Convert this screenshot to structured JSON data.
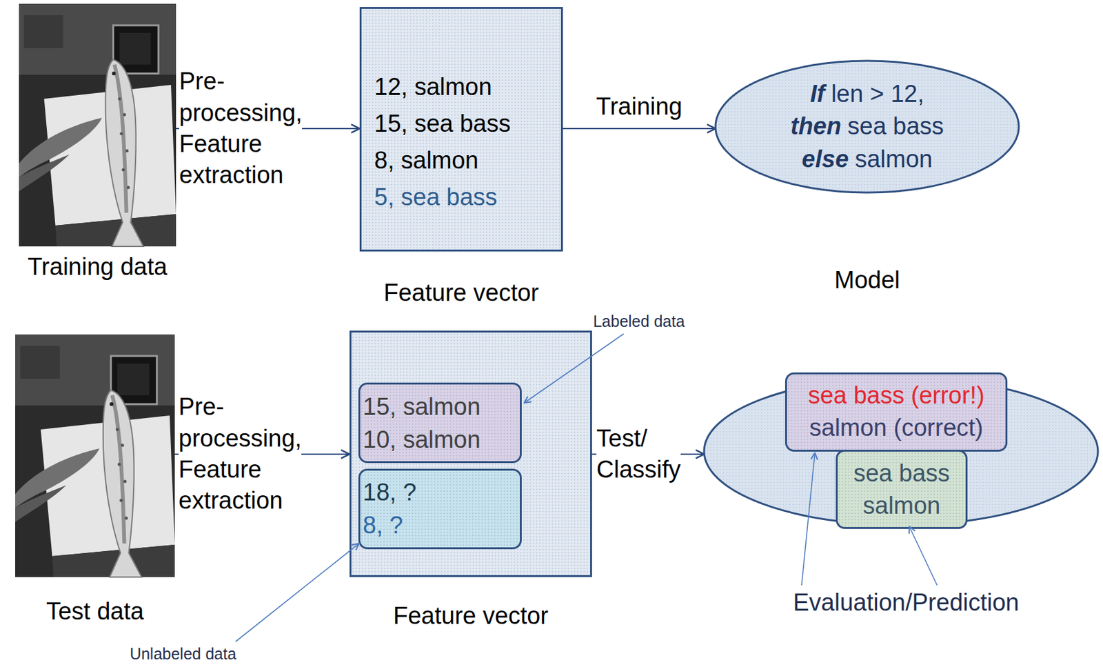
{
  "diagram": {
    "nodes": [
      {
        "text": [
          "Training data"
        ]
      },
      {
        "text": [
          "12, salmon",
          "15, sea bass",
          "8, salmon",
          "5, sea bass",
          "Feature vector"
        ]
      },
      {
        "text": [
          "If",
          "len > 12,",
          "then",
          "sea bass",
          "else",
          "salmon",
          "Model"
        ]
      },
      {
        "text": [
          "Test data"
        ]
      },
      {
        "text": [
          "Feature vector"
        ]
      },
      {
        "text": [
          "15, salmon",
          "10, salmon"
        ],
        "in": 4
      },
      {
        "text": [
          "18, ?",
          "8, ?"
        ],
        "in": 4
      },
      {
        "text": []
      },
      {
        "text": [
          "sea bass (error!)",
          "salmon (correct)"
        ],
        "in": 7
      },
      {
        "text": [
          "sea bass",
          "salmon"
        ],
        "in": 7
      }
    ],
    "edges": [
      {
        "from": 0,
        "to": 1,
        "label": "Pre-processing, Feature extraction",
        "arrow": "to"
      },
      {
        "from": 1,
        "to": 2,
        "label": "Training",
        "arrow": "to"
      },
      {
        "from": 3,
        "to": 4,
        "label": "Pre-processing, Feature extraction",
        "arrow": "to"
      },
      {
        "from": 4,
        "to": 7,
        "label": "Test/ Classify",
        "arrow": "to"
      }
    ],
    "labels": [
      "Labeled data",
      "Unlabeled data",
      "Evaluation/Prediction"
    ]
  }
}
